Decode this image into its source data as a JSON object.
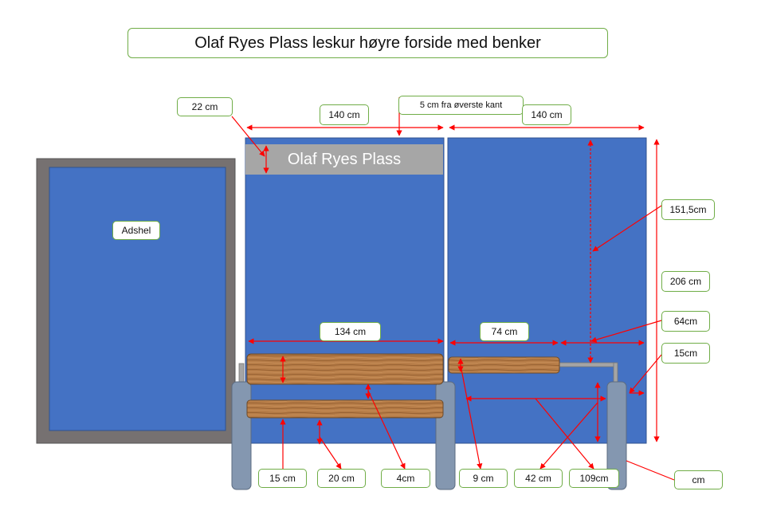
{
  "title": "Olaf Ryes Plass leskur høyre forside med benker",
  "sign_text": "Olaf Ryes Plass",
  "adshel_label": "Adshel",
  "labels": {
    "roof_height": "22 cm",
    "top_offset": "5 cm fra øverste kant",
    "width_left": "140 cm",
    "width_right": "140 cm",
    "height_upper": "151,5cm",
    "height_total": "206 cm",
    "bench_left_width": "134 cm",
    "bench_right_width": "74 cm",
    "bench_right_arm": "64cm",
    "bench_right_gap": "15cm",
    "seat_height": "15 cm",
    "backrest_height": "20 cm",
    "board_gap": "4cm",
    "right_bench_board": "9 cm",
    "bench_height": "42 cm",
    "bench_depth": "109cm",
    "leg": "cm"
  },
  "colors": {
    "panel_blue": "#4472c4",
    "frame_grey": "#7f7f7f",
    "sign_grey": "#a6a6a6",
    "leg_blue_grey": "#8497b0",
    "wood": "#b07a45",
    "dimension_red": "#ff0000",
    "label_border_green": "#70ad47"
  }
}
